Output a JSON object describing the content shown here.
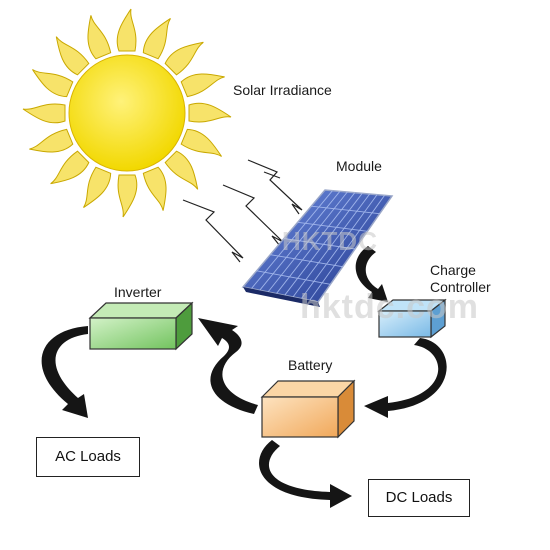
{
  "labels": {
    "solar_irradiance": "Solar Irradiance",
    "module": "Module",
    "charge_controller_line1": "Charge",
    "charge_controller_line2": "Controller",
    "inverter": "Inverter",
    "battery": "Battery"
  },
  "boxes": {
    "ac_loads": "AC Loads",
    "dc_loads": "DC Loads"
  },
  "watermark": {
    "line1": "HKTDC",
    "line2": "hktdc.com"
  },
  "colors": {
    "sun_fill": "#f7e11a",
    "ray_fill": "#f7e36a",
    "panel_blue": "#2f4fae",
    "controller_blue": "#a9d5f0",
    "inverter_green": "#9bd88c",
    "battery_orange": "#f6c384",
    "arrow": "#151515"
  }
}
